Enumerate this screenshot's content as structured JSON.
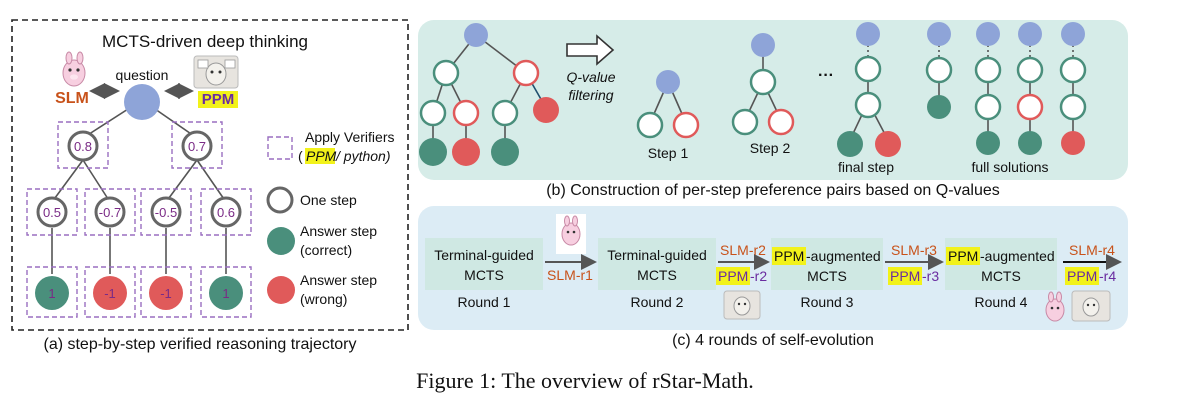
{
  "panel_a": {
    "title": "MCTS-driven deep thinking",
    "question_label": "question",
    "slm_label": "SLM",
    "ppm_label": "PPM",
    "level1_values": [
      "0.8",
      "0.7"
    ],
    "level2_values": [
      "0.5",
      "-0.7",
      "-0.5",
      "0.6"
    ],
    "level3_values": [
      "1",
      "-1",
      "-1",
      "1"
    ],
    "legend": {
      "verifiers_line1": "Apply Verifiers",
      "verifiers_open": "(",
      "verifiers_ppm": "PPM",
      "verifiers_rest": "/ python)",
      "one_step": "One step",
      "answer_correct_1": "Answer step",
      "answer_correct_2": "(correct)",
      "answer_wrong_1": "Answer step",
      "answer_wrong_2": "(wrong)"
    },
    "caption": "(a) step-by-step verified reasoning trajectory"
  },
  "panel_b": {
    "filter_label_1": "Q-value",
    "filter_label_2": "filtering",
    "step1": "Step 1",
    "step2": "Step 2",
    "ellipsis": "···",
    "final_step": "final step",
    "full_solutions": "full solutions",
    "caption": "(b) Construction of per-step preference pairs based on Q-values"
  },
  "panel_c": {
    "boxes": [
      {
        "line1": "Terminal-guided",
        "line2": "MCTS",
        "round": "Round 1"
      },
      {
        "line1": "Terminal-guided",
        "line2": "MCTS",
        "round": "Round 2"
      },
      {
        "line1_ppm": "PPM",
        "line1_rest": "-augmented",
        "line2": "MCTS",
        "round": "Round 3"
      },
      {
        "line1_ppm": "PPM",
        "line1_rest": "-augmented",
        "line2": "MCTS",
        "round": "Round 4"
      }
    ],
    "arrow_labels": {
      "a1_bottom": "SLM-r1",
      "a2_top": "SLM-r2",
      "a2_ppm": "PPM",
      "a2_suffix": "-r2",
      "a3_top": "SLM-r3",
      "a3_ppm": "PPM",
      "a3_suffix": "-r3",
      "a4_top": "SLM-r4",
      "a4_ppm": "PPM",
      "a4_suffix": "-r4"
    },
    "caption": "(c) 4 rounds of self-evolution"
  },
  "figure_caption": "Figure 1: The overview of rStar-Math.",
  "colors": {
    "root_blue": "#8ea4d8",
    "node_green": "#4a8f7c",
    "node_red": "#e05a5a",
    "verifier_dash": "#9a6fc0",
    "panel_teal": "#d6ece8",
    "panel_blue": "#dcecf5",
    "round_box": "#cfe8e3",
    "highlight": "#f2f21a",
    "slm_orange": "#c8521a",
    "ppm_purple": "#6a2ca0",
    "value_purple": "#7a2b86"
  }
}
